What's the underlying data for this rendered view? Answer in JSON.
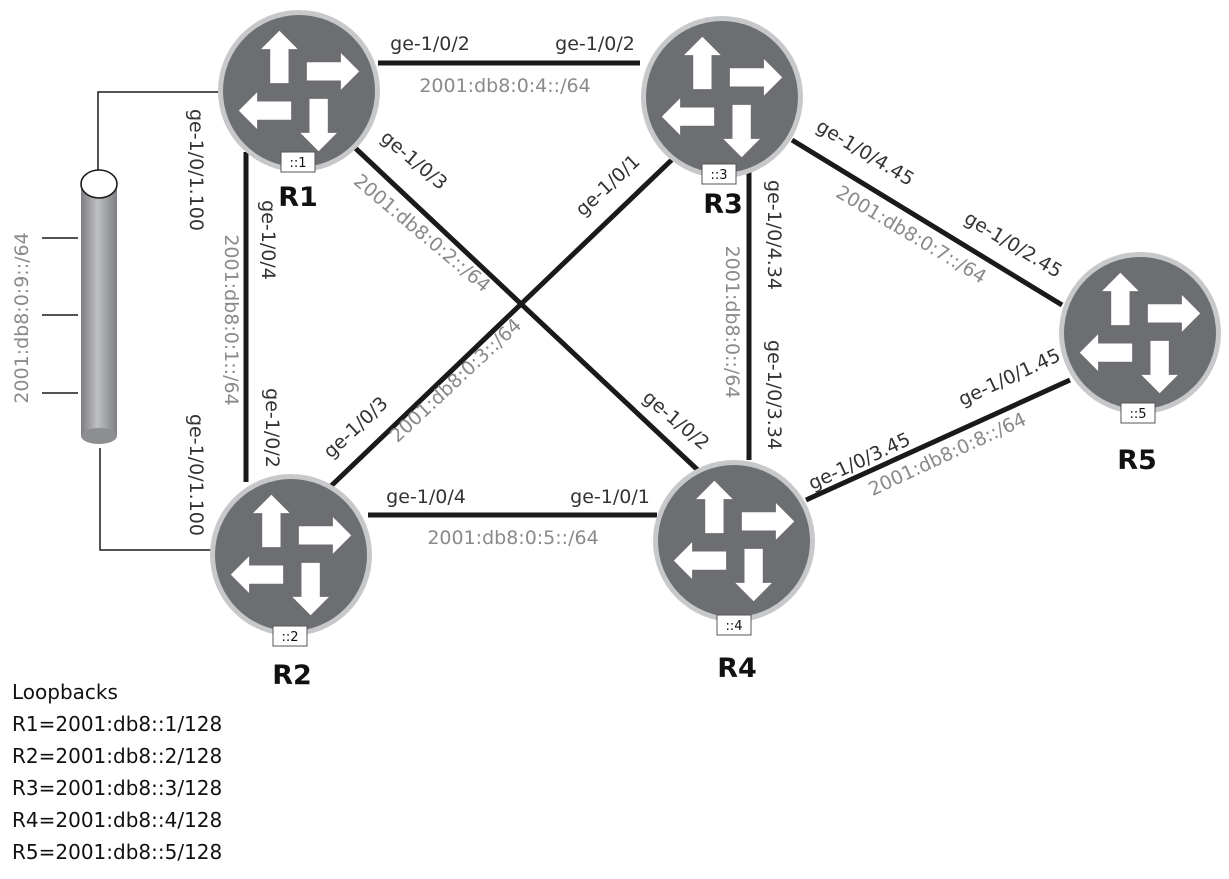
{
  "routers": [
    {
      "name": "R1",
      "tag": "::1"
    },
    {
      "name": "R2",
      "tag": "::2"
    },
    {
      "name": "R3",
      "tag": "::3"
    },
    {
      "name": "R4",
      "tag": "::4"
    },
    {
      "name": "R5",
      "tag": "::5"
    }
  ],
  "links": [
    {
      "id": "r1-r3",
      "a_if": "ge-1/0/2",
      "b_if": "ge-1/0/2",
      "subnet": "2001:db8:0:4::/64"
    },
    {
      "id": "r1-r2",
      "a_if": "ge-1/0/4",
      "b_if": "ge-1/0/2",
      "subnet": "2001:db8:0:1::/64"
    },
    {
      "id": "r1-r4",
      "a_if": "ge-1/0/3",
      "b_if": "ge-1/0/2",
      "subnet": "2001:db8:0:2::/64"
    },
    {
      "id": "r2-r3",
      "a_if": "ge-1/0/3",
      "b_if": "ge-1/0/1",
      "subnet": "2001:db8:0:3::/64"
    },
    {
      "id": "r2-r4",
      "a_if": "ge-1/0/4",
      "b_if": "ge-1/0/1",
      "subnet": "2001:db8:0:5::/64"
    },
    {
      "id": "r3-r4",
      "a_if": "ge-1/0/4.34",
      "b_if": "ge-1/0/3.34",
      "subnet": "2001:db8:0::/64"
    },
    {
      "id": "r3-r5",
      "a_if": "ge-1/0/4.45",
      "b_if": "ge-1/0/2.45",
      "subnet": "2001:db8:0:7::/64"
    },
    {
      "id": "r4-r5",
      "a_if": "ge-1/0/3.45",
      "b_if": "ge-1/0/1.45",
      "subnet": "2001:db8:0:8::/64"
    }
  ],
  "lan": {
    "subnet": "2001:db8:0:9::/64",
    "r1_if": "ge-1/0/1.100",
    "r2_if": "ge-1/0/1.100"
  },
  "loopbacks": {
    "title": "Loopbacks",
    "entries": [
      "R1=2001:db8::1/128",
      "R2=2001:db8::2/128",
      "R3=2001:db8::3/128",
      "R4=2001:db8::4/128",
      "R5=2001:db8::5/128"
    ]
  },
  "colors": {
    "router": "#6d6e71",
    "router_ring": "#c7c8ca",
    "link": "#1a1a1a",
    "subnet_text": "#8a8a8a",
    "lan_bus": "#9d9ea1"
  },
  "icons": {
    "router": "router-arrows-icon"
  }
}
